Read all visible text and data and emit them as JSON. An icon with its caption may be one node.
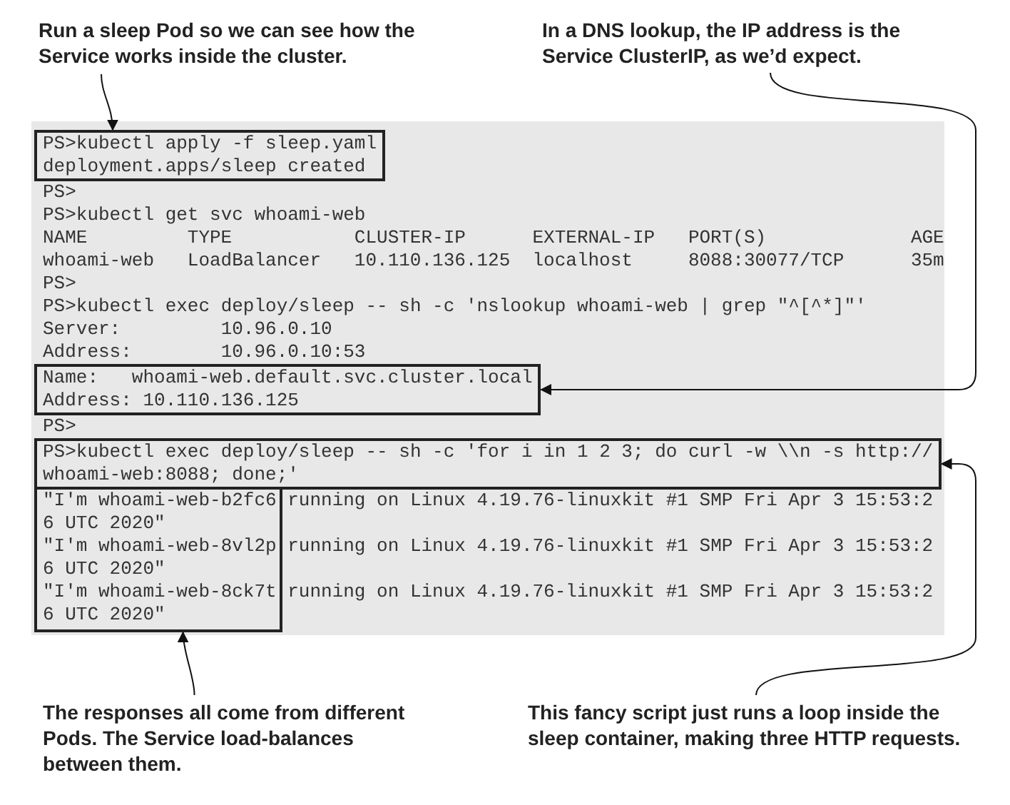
{
  "diagram": {
    "nodes": [
      {
        "text": [
          "Run a sleep Pod so we can see how the Service works inside the cluster."
        ]
      },
      {
        "text": [
          "In a DNS lookup, the IP address is the Service ClusterIP, as we’d expect."
        ]
      },
      {
        "text": [
          "PS>kubectl apply -f sleep.yaml",
          "deployment.apps/sleep created"
        ]
      },
      {
        "text": [
          "Name:   whoami-web.default.svc.cluster.local",
          "Address: 10.110.136.125"
        ]
      },
      {
        "text": [
          "PS>kubectl exec deploy/sleep -- sh -c 'for i in 1 2 3; do curl -w \\\\n -s http://whoami-web:8088; done;'"
        ]
      },
      {
        "text": [],
        "shape": "box"
      },
      {
        "text": [
          "The responses all come from different Pods. The Service load-balances between them."
        ]
      },
      {
        "text": [
          "This fancy script just runs a loop inside the sleep container, making three HTTP requests."
        ]
      }
    ],
    "edges": [
      {
        "from": 0,
        "to": 2,
        "arrow": "to"
      },
      {
        "from": 1,
        "to": 3,
        "arrow": "to"
      },
      {
        "from": 6,
        "to": 5,
        "arrow": "to"
      },
      {
        "from": 7,
        "to": 4,
        "arrow": "to"
      }
    ],
    "labels": [
      "PS>",
      "PS>kubectl get svc whoami-web",
      "NAME",
      "TYPE",
      "CLUSTER-IP",
      "EXTERNAL-IP",
      "PORT(S)",
      "AGE",
      "whoami-web",
      "LoadBalancer",
      "10.110.136.125",
      "localhost",
      "8088:30077/TCP",
      "35m",
      "PS>",
      "PS>kubectl exec deploy/sleep -- sh -c 'nslookup whoami-web | grep \"^[^*]\"'",
      "Server:         10.96.0.10",
      "Address:        10.96.0.10:53",
      "PS>",
      "\"I'm whoami-web-b2fc6 running on Linux 4.19.76-linuxkit #1 SMP Fri Apr 3 15:53:26 UTC 2020\"",
      "\"I'm whoami-web-8vl2p running on Linux 4.19.76-linuxkit #1 SMP Fri Apr 3 15:53:26 UTC 2020\"",
      "\"I'm whoami-web-8ck7t running on Linux 4.19.76-linuxkit #1 SMP Fri Apr 3 15:53:26 UTC 2020\""
    ]
  }
}
